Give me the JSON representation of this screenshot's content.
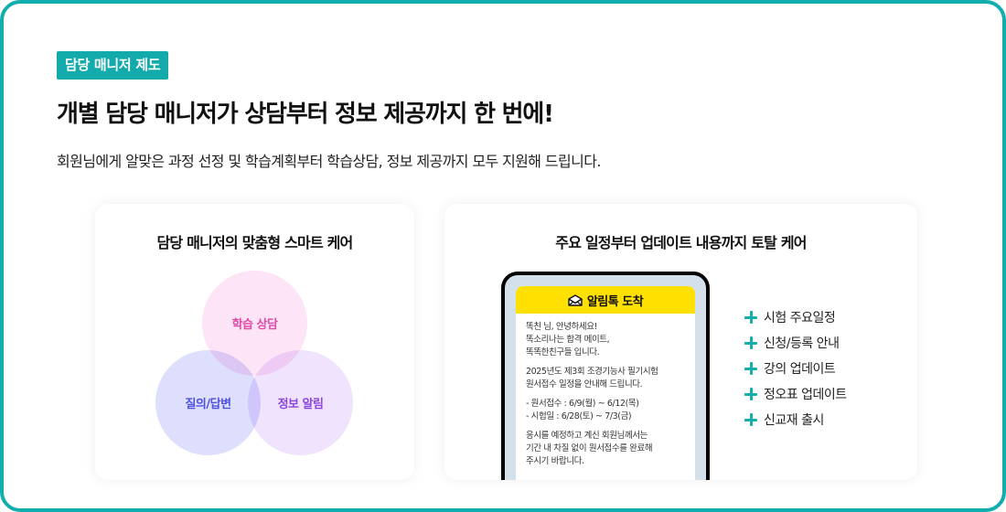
{
  "header": {
    "badge": "담당 매니저 제도",
    "title": "개별 담당 매니저가 상담부터 정보 제공까지 한 번에!",
    "subtitle": "회원님에게 알맞은 과정 선정 및 학습계획부터 학습상담, 정보 제공까지 모두 지원해 드립니다."
  },
  "colors": {
    "accent": "#12aeae",
    "venn_top": "#e14aa6",
    "venn_left": "#4f52e3",
    "venn_right": "#8c45df",
    "kakao_yellow": "#ffe000",
    "plus": "#14b0a8"
  },
  "left_card": {
    "title": "담당 매니저의 맞춤형 스마트 케어",
    "venn": [
      {
        "label": "학습 상담",
        "position": "top"
      },
      {
        "label": "질의/답변",
        "position": "left"
      },
      {
        "label": "정보 알림",
        "position": "right"
      }
    ]
  },
  "right_card": {
    "title": "주요 일정부터 업데이트 내용까지 토탈 케어",
    "phone": {
      "header_icon": "envelope-open-icon",
      "header": "알림톡 도착",
      "paragraphs": [
        [
          "똑친 님, 안녕하세요!",
          "똑소리나는 합격 메이트,",
          "똑똑한친구들 입니다."
        ],
        [
          "2025년도 제3회 조경기능사 필기시험",
          "원서접수 일정을 안내해 드립니다."
        ],
        [
          "- 원서접수 : 6/9(월) ~ 6/12(목)",
          "- 시험일 : 6/28(토) ~ 7/3(금)"
        ],
        [
          "응시를 예정하고 계신 회원님께서는",
          "기간 내 차질 없이 원서접수를 완료해",
          "주시기 바랍니다."
        ]
      ]
    },
    "features": [
      {
        "icon": "plus-icon",
        "label": "시험 주요일정"
      },
      {
        "icon": "plus-icon",
        "label": "신청/등록 안내"
      },
      {
        "icon": "plus-icon",
        "label": "강의 업데이트"
      },
      {
        "icon": "plus-icon",
        "label": "정오표 업데이트"
      },
      {
        "icon": "plus-icon",
        "label": "신교재 출시"
      }
    ]
  }
}
